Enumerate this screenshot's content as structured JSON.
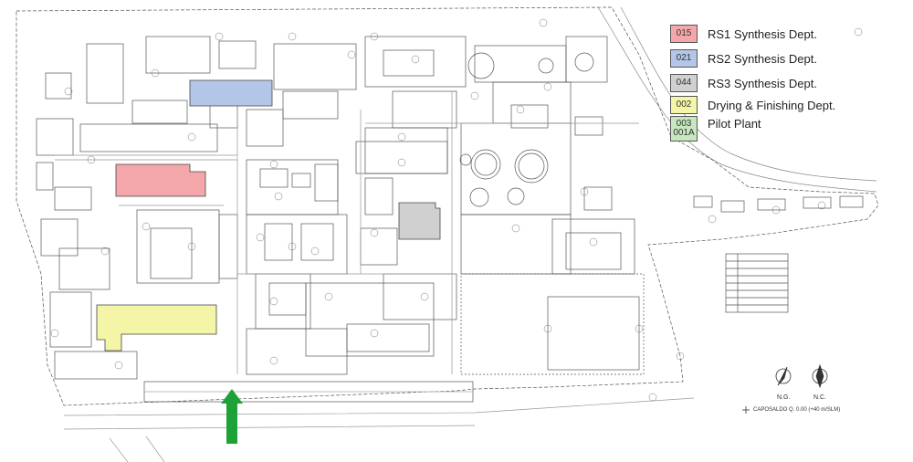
{
  "legend": [
    {
      "code": "015",
      "label": "RS1 Synthesis Dept.",
      "color": "#f4a7ab"
    },
    {
      "code": "021",
      "label": "RS2 Synthesis Dept.",
      "color": "#b4c6e7"
    },
    {
      "code": "044",
      "label": "RS3 Synthesis Dept.",
      "color": "#d0d0d0"
    },
    {
      "code": "002",
      "label": "Drying & Finishing Dept.",
      "color": "#f4f5a6"
    },
    {
      "code": "003\n001A",
      "label": "Pilot Plant",
      "color": "#c8e6c0"
    }
  ],
  "areas": {
    "rs1_color": "#f4a7ab",
    "rs2_color": "#b4c6e7",
    "rs3_color": "#d0d0d0",
    "drying_color": "#f4f5a6",
    "entrance_arrow_color": "#1fa13a"
  },
  "compass": {
    "ng_label": "N.G.",
    "nc_label": "N.C."
  },
  "datum_text": "CAPOSALDO Q. 0.00 (+40 m/SLM)"
}
